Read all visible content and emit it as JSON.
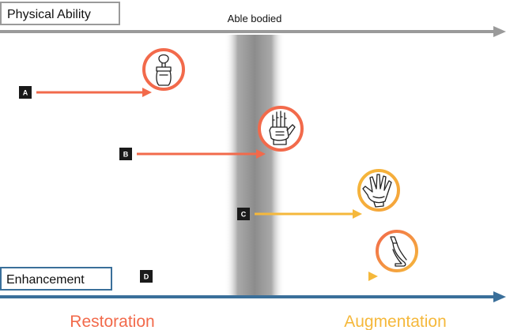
{
  "physical_ability_label": "Physical Ability",
  "able_bodied_label": "Able bodied",
  "enhancement_label": "Enhancement",
  "restoration_label": "Restoration",
  "augmentation_label": "Augmentation",
  "markers": [
    {
      "id": "A",
      "icon": "hook-prosthesis-icon"
    },
    {
      "id": "B",
      "icon": "robotic-hand-icon"
    },
    {
      "id": "C",
      "icon": "bionic-hand-icon"
    },
    {
      "id": "D",
      "icon": "blade-prosthesis-icon"
    }
  ],
  "colors": {
    "restoration": "#f26a4b",
    "augmentation": "#f5b83b",
    "physical_axis": "#9a9a9a",
    "enhancement_axis": "#3a6f9a",
    "able_band": "#8c8c8c"
  }
}
